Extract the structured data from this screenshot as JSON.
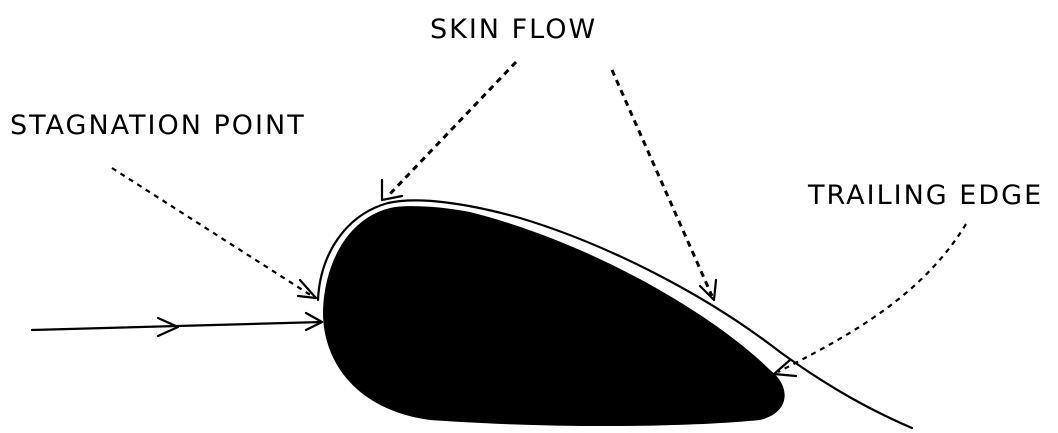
{
  "labels": {
    "skin_flow": "SKIN FLOW",
    "stagnation_point": "STAGNATION POINT",
    "trailing_edge": "TRAILING EDGE"
  },
  "colors": {
    "body_fill": "#000000",
    "background": "#ffffff"
  }
}
